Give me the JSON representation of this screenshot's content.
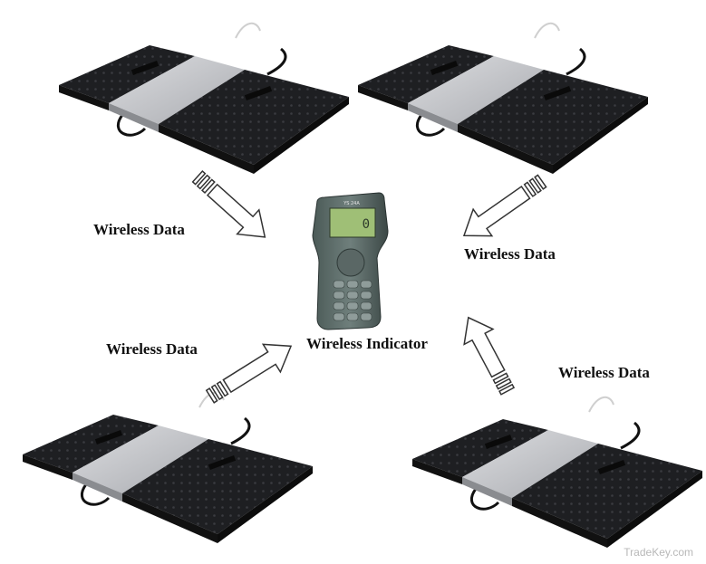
{
  "labels": {
    "top_left": "Wireless Data",
    "top_right": "Wireless Data",
    "bottom_left": "Wireless Data",
    "bottom_right": "Wireless Data",
    "center": "Wireless Indicator"
  },
  "device": {
    "screen_text": "0",
    "model_text": "YS 24A"
  },
  "watermark": "TradeKey.com"
}
